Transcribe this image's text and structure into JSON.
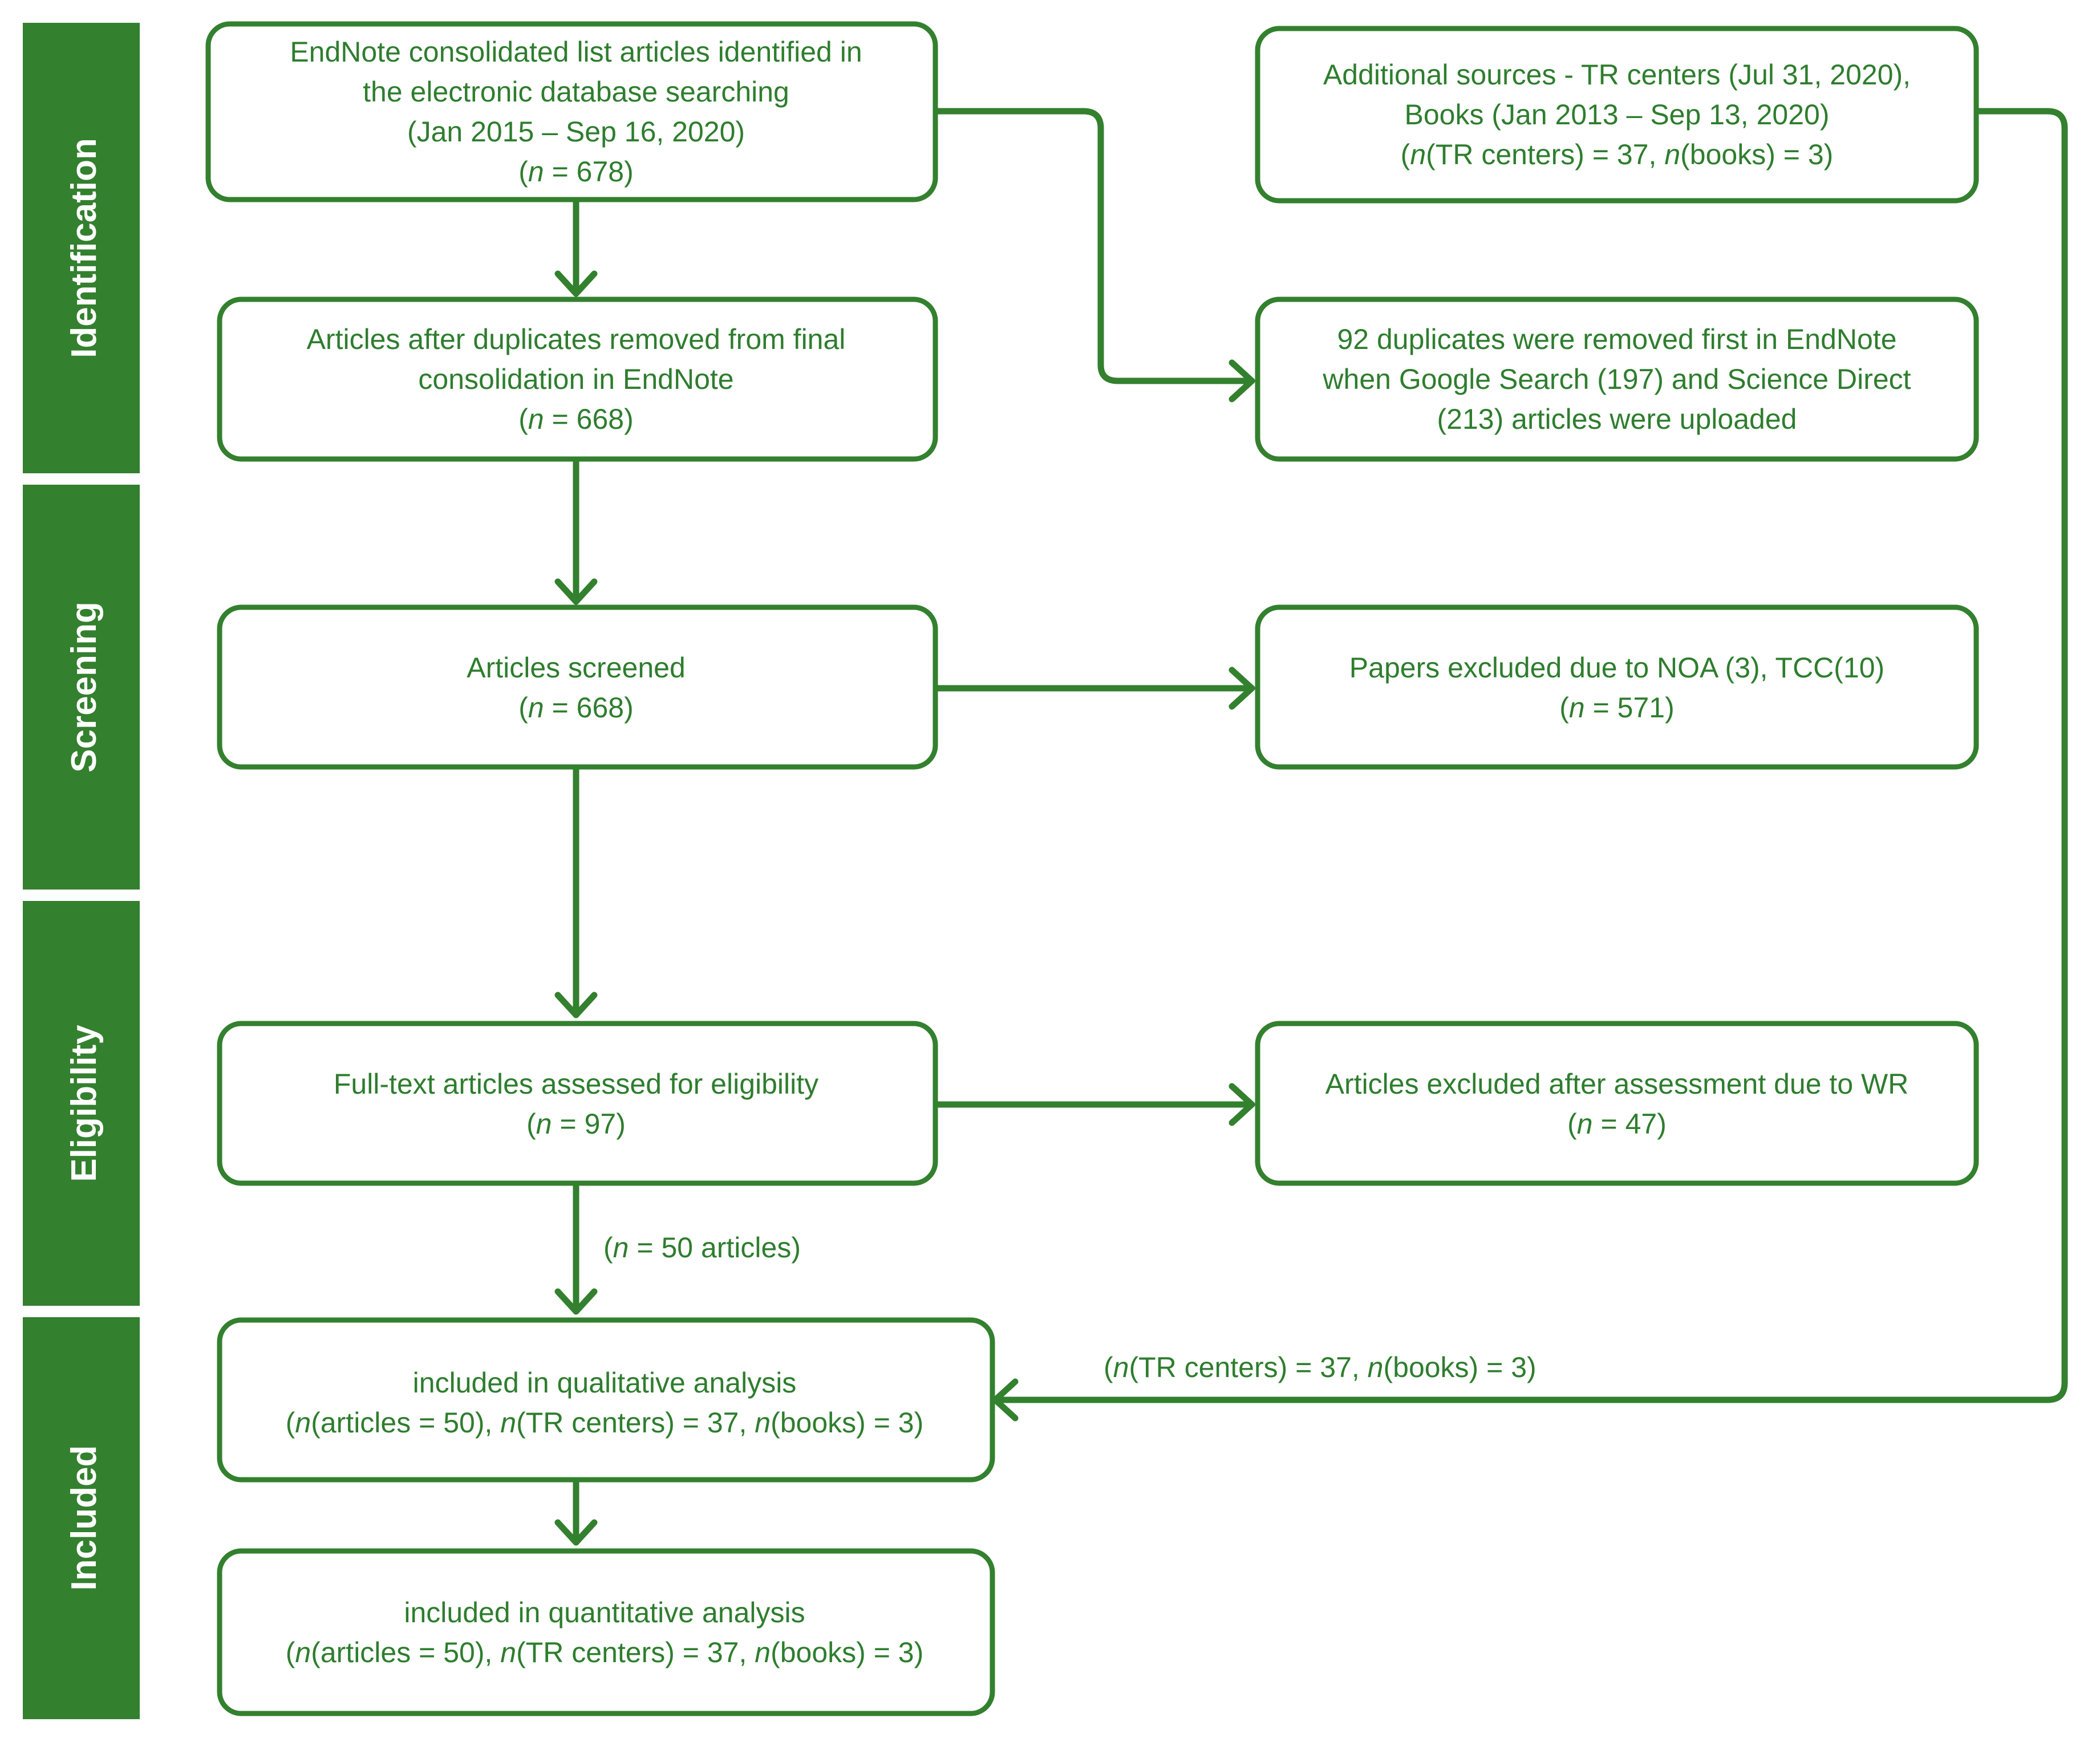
{
  "stages": {
    "identification": "Identification",
    "screening": "Screening",
    "eligibility": "Eligibility",
    "included": "Included"
  },
  "boxes": {
    "endnote": {
      "line1": "EndNote consolidated list articles identified in",
      "line2": "the electronic database searching",
      "line3": "(Jan 2015 – Sep 16, 2020)",
      "n_var": "n",
      "n_value": " = 678)"
    },
    "additional": {
      "line1": "Additional sources  - TR centers (Jul 31, 2020),",
      "line2": "Books (Jan 2013 – Sep 13, 2020)",
      "n_var1": "n",
      "n_text1": "(TR centers) = 37, ",
      "n_var2": "n",
      "n_text2": "(books) = 3)"
    },
    "after_duplicates": {
      "line1": "Articles after duplicates removed  from final",
      "line2": "consolidation in EndNote",
      "n_var": "n",
      "n_value": " = 668)"
    },
    "duplicates_removed": {
      "line1": "92 duplicates were removed first in EndNote",
      "line2": "when Google Search (197) and Science Direct",
      "line3": "(213)  articles were uploaded"
    },
    "screened": {
      "line1": "Articles screened",
      "n_var": "n",
      "n_value": " = 668)"
    },
    "excluded_screening": {
      "line1": "Papers excluded due to NOA (3), TCC(10)",
      "n_var": "n",
      "n_value": " = 571)"
    },
    "fulltext": {
      "line1": "Full-text articles assessed for eligibility",
      "n_var": "n",
      "n_value": " = 97)"
    },
    "excluded_assessment": {
      "line1": "Articles excluded after assessment due to  WR",
      "n_var": "n",
      "n_value": " = 47)"
    },
    "qualitative": {
      "line1": "included in qualitative analysis",
      "n_var1": "n",
      "n_text1": "(articles = 50), ",
      "n_var2": "n",
      "n_text2": "(TR centers) = 37, ",
      "n_var3": "n",
      "n_text3": "(books) = 3)"
    },
    "quantitative": {
      "line1": "included in quantitative analysis",
      "n_var1": "n",
      "n_text1": "(articles = 50), ",
      "n_var2": "n",
      "n_text2": "(TR centers) = 37, ",
      "n_var3": "n",
      "n_text3": "(books) = 3)"
    }
  },
  "connector_labels": {
    "fifty_articles": {
      "n_var": "n",
      "n_text": " = 50  articles)"
    },
    "additional_to_included": {
      "n_var1": "n",
      "n_text1": "(TR centers) = 37, ",
      "n_var2": "n",
      "n_text2": "(books) = 3)"
    }
  },
  "colors": {
    "accent": "#33802e",
    "text": "#2e7d2e"
  }
}
